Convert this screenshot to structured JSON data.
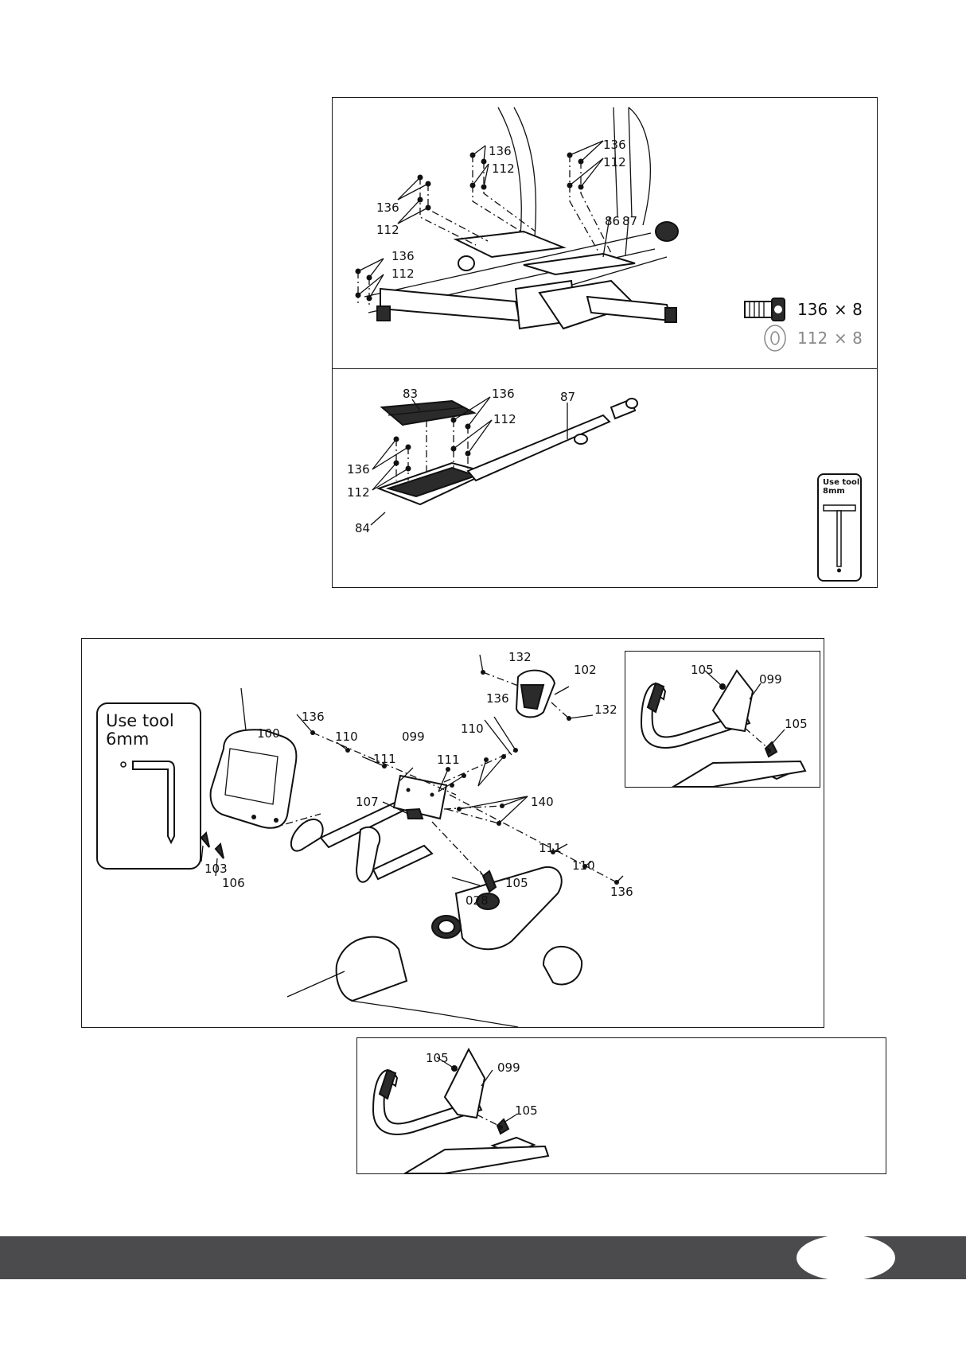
{
  "panel1": {
    "labels": [
      "136",
      "112",
      "136",
      "112",
      "136",
      "112",
      "136",
      "112",
      "86",
      "87"
    ],
    "legend": {
      "screw_code": "136",
      "screw_qty": "× 8",
      "washer_code": "112",
      "washer_qty": "× 8"
    }
  },
  "panel2": {
    "labels": [
      "83",
      "136",
      "112",
      "87",
      "136",
      "112",
      "84"
    ],
    "tool": {
      "line1": "Use tool",
      "line2": "8mm"
    }
  },
  "panel3": {
    "labels": [
      "132",
      "102",
      "132",
      "136",
      "136",
      "110",
      "099",
      "100",
      "111",
      "111",
      "110",
      "107",
      "140",
      "111",
      "110",
      "136",
      "105",
      "028",
      "103",
      "106"
    ],
    "tool": {
      "line1": "Use tool",
      "line2": "6mm"
    },
    "inset_labels": [
      "105",
      "099",
      "105"
    ]
  },
  "panel4": {
    "labels": [
      "105",
      "099",
      "105"
    ]
  },
  "colors": {
    "footer": "#4b4b4d",
    "line": "#111111"
  },
  "icons": [
    "hex-screw-icon",
    "washer-icon",
    "t-wrench-icon",
    "allen-key-icon"
  ]
}
